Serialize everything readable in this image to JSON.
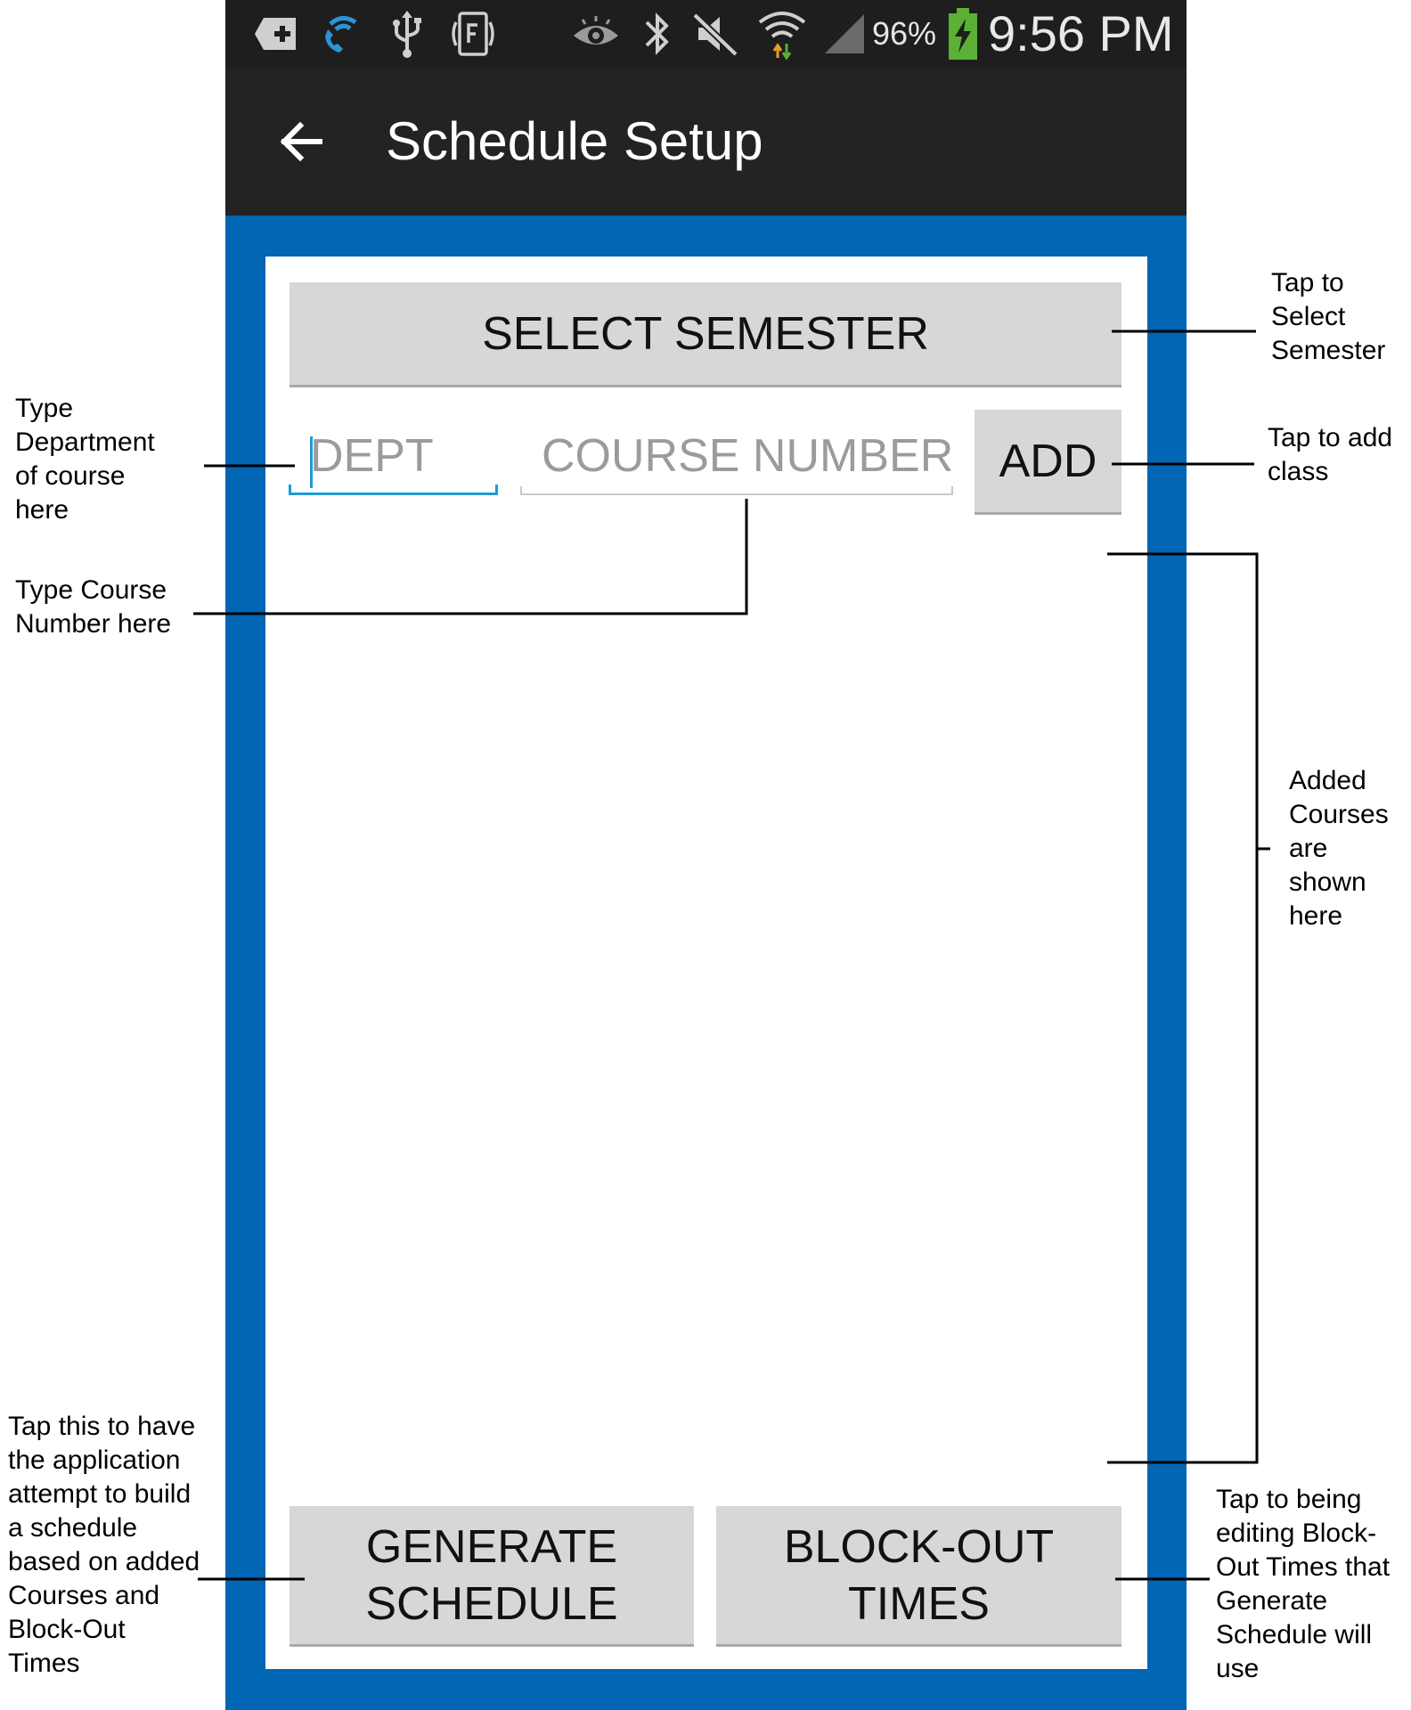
{
  "status_bar": {
    "battery_percent": "96%",
    "time": "9:56 PM",
    "icons": [
      "add-notification-icon",
      "wifi-calling-icon",
      "usb-icon",
      "nfc-icon",
      "eye-icon",
      "bluetooth-icon",
      "mute-icon",
      "wifi-icon",
      "signal-icon",
      "battery-charging-icon"
    ],
    "battery_color": "#5bb135"
  },
  "app_bar": {
    "back_icon": "back-arrow-icon",
    "title": "Schedule Setup"
  },
  "screen": {
    "background_color": "#0166b3",
    "accent_color": "#1d9bd6",
    "select_semester_label": "SELECT SEMESTER",
    "dept_placeholder": "DEPT",
    "course_number_placeholder": "COURSE NUMBER",
    "add_label": "ADD",
    "generate_label_line1": "GENERATE",
    "generate_label_line2": "SCHEDULE",
    "blockout_label_line1": "BLOCK-OUT",
    "blockout_label_line2": "TIMES"
  },
  "annotations": {
    "select_semester": "Tap to\nSelect\nSemester",
    "dept": "Type\nDepartment\nof course\nhere",
    "add": "Tap to add\nclass",
    "course_number": "Type Course\nNumber here",
    "course_list": "Added\nCourses\nare\nshown\nhere",
    "generate": "Tap this to have\nthe application\nattempt to build\na schedule\nbased on added\nCourses and\nBlock-Out\nTimes",
    "blockout": "Tap to being\nediting Block-\nOut Times that\nGenerate\nSchedule will\nuse"
  }
}
